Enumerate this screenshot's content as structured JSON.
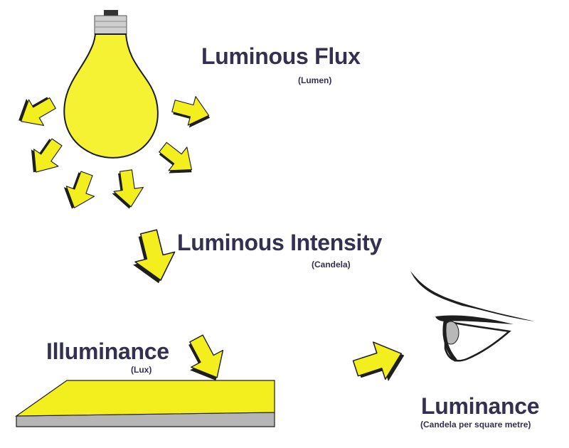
{
  "labels": {
    "flux": {
      "title": "Luminous Flux",
      "unit": "(Lumen)"
    },
    "intensity": {
      "title": "Luminous Intensity",
      "unit": "(Candela)"
    },
    "illuminance": {
      "title": "Illuminance",
      "unit": "(Lux)"
    },
    "luminance": {
      "title": "Luminance",
      "unit": "(Candela per square metre)"
    }
  },
  "colors": {
    "arrow_fill": "#f3ee1e",
    "bulb_fill": "#f5f233",
    "surface_top": "#f3ee1e",
    "surface_side": "#b5b5b5",
    "text": "#34304f",
    "outline": "#1e1e1e",
    "iris": "#b8b8b8"
  },
  "icons": {
    "source": "light-bulb-icon",
    "eye": "eye-icon"
  }
}
